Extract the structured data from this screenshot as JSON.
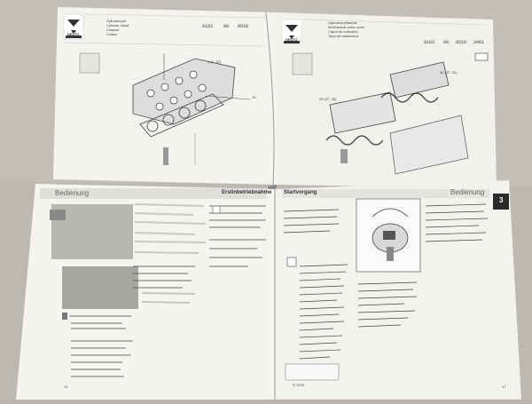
{
  "top_left_page": {
    "brand": "DEUTZ",
    "title_lines": [
      "Zylinderkopf",
      "Cylinder Head",
      "Culasse",
      "Culata"
    ],
    "doc_number": [
      "0183",
      "00",
      "0510"
    ],
    "callouts": [
      "1 (2..15)",
      "15"
    ]
  },
  "top_right_page": {
    "brand": "DEUTZ",
    "title_lines": [
      "Zylinderkopfhaube",
      "Mechanical valve cover",
      "Capot de culbuteur",
      "Tapa de balancines"
    ],
    "doc_number": [
      "0183",
      "08",
      "0510",
      "3461"
    ],
    "callouts": [
      "33 (37..35)",
      "32 (37..31)"
    ]
  },
  "bottom_left_page": {
    "header_left": "Bedienung",
    "header_right": "Erstinbetriebnahme",
    "footer": "24"
  },
  "bottom_right_page": {
    "header_left": "Startvorgang",
    "header_right": "Bedienung",
    "tab": "3",
    "copyright": "© 2015",
    "footer": "27"
  }
}
